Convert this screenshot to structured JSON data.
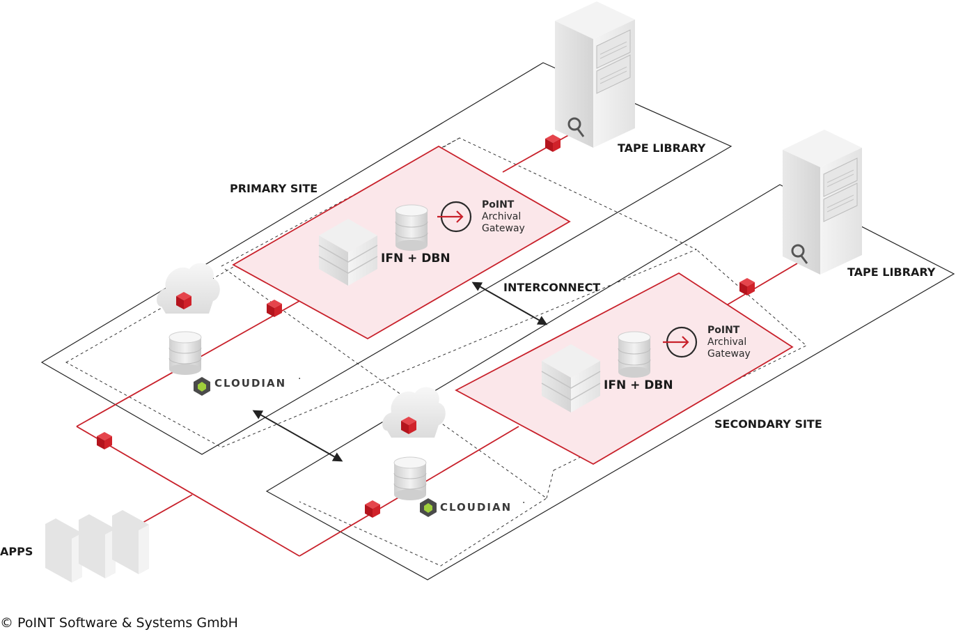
{
  "labels": {
    "tape_library_1": "TAPE LIBRARY",
    "tape_library_2": "TAPE LIBRARY",
    "primary_site": "PRIMARY SITE",
    "secondary_site": "SECONDARY SITE",
    "interconnect": "INTERCONNECT",
    "ifn_dbn_1": "IFN + DBN",
    "ifn_dbn_2": "IFN + DBN",
    "apps": "APPS"
  },
  "gateway": {
    "brand": "PoINT",
    "line1": "Archival",
    "line2": "Gateway"
  },
  "cloudian": {
    "name": "CLOUDIAN",
    "mark": "·"
  },
  "copyright": "© PoINT Software & Systems GmbH",
  "colors": {
    "accent_red": "#c8202a",
    "site_fill": "#fbe7ea",
    "line_black": "#222222"
  }
}
